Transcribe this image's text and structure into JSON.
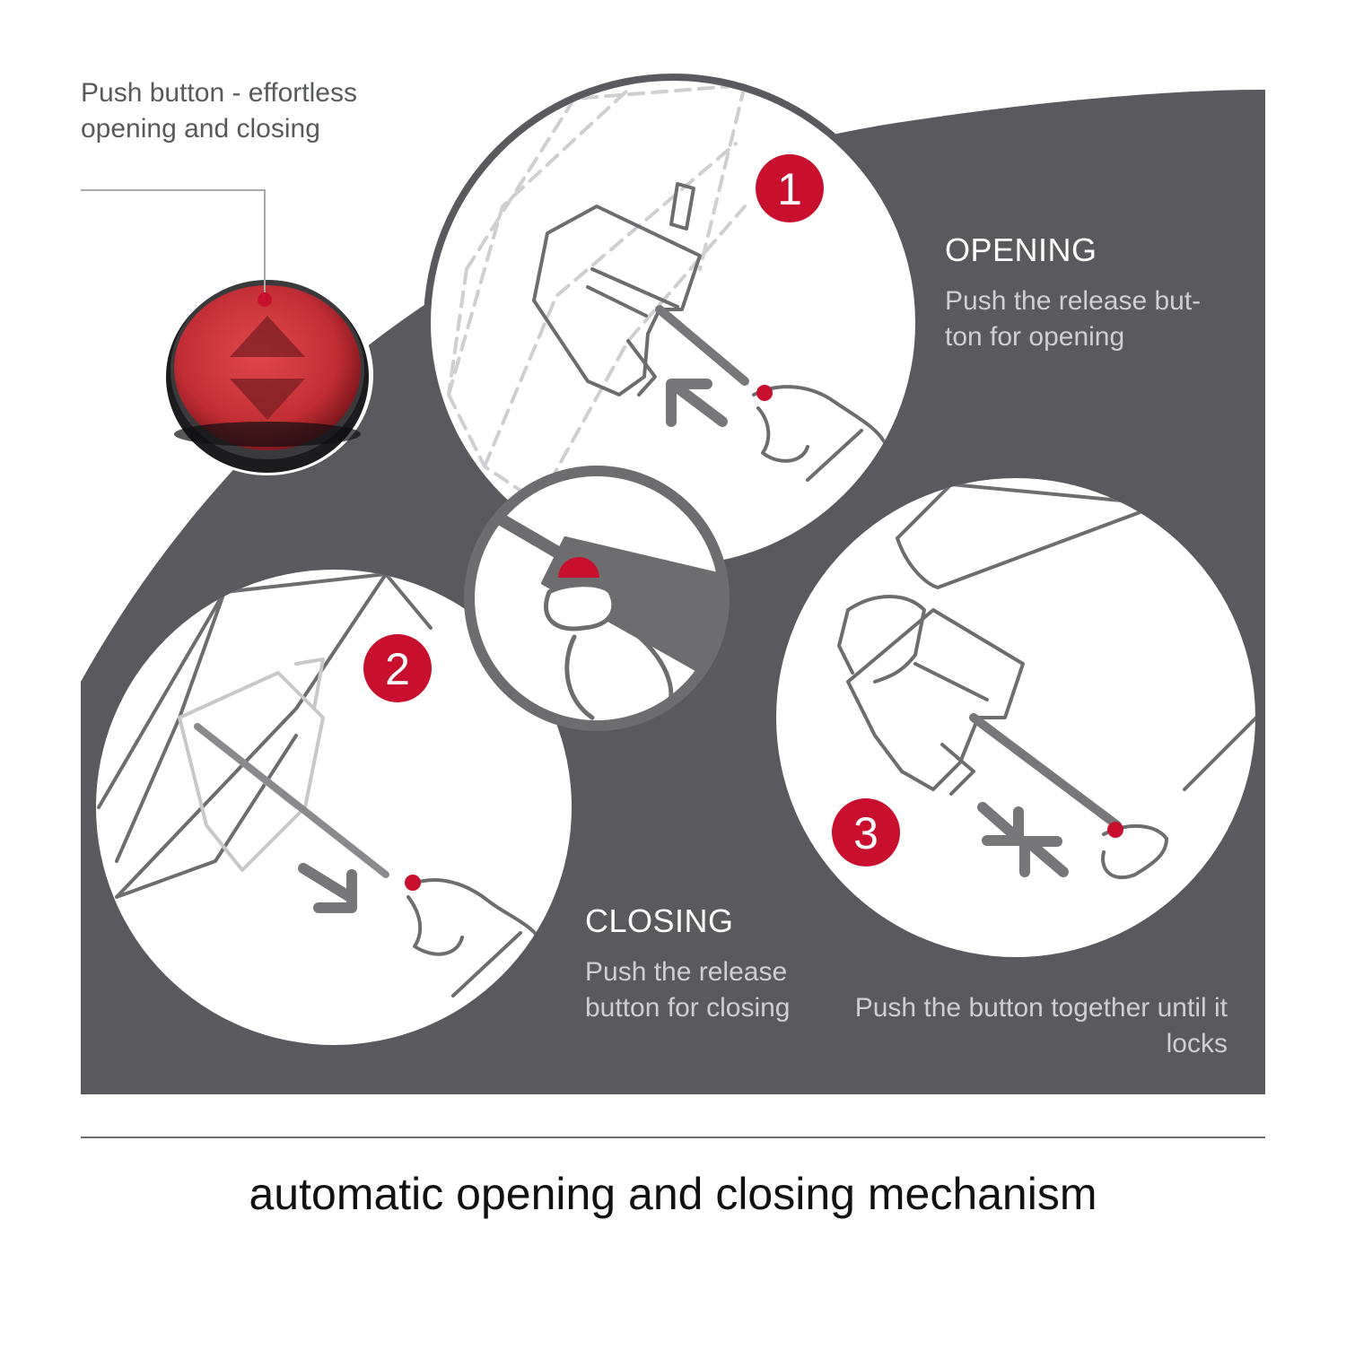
{
  "callout": {
    "text": "Push button - effortless opening and closing"
  },
  "steps": [
    {
      "number": "1"
    },
    {
      "number": "2"
    },
    {
      "number": "3"
    }
  ],
  "opening": {
    "heading": "OPENING",
    "description": "Push the release but- ton for opening"
  },
  "closing": {
    "heading": "CLOSING",
    "description": "Push the release button for closing"
  },
  "locking": {
    "description": "Push the button together until it locks"
  },
  "caption": "automatic opening and closing mechanism",
  "colors": {
    "panel": "#5a595e",
    "accent_red": "#c8102e",
    "circle_fill": "#ffffff",
    "line_art": "#6d6d70"
  }
}
